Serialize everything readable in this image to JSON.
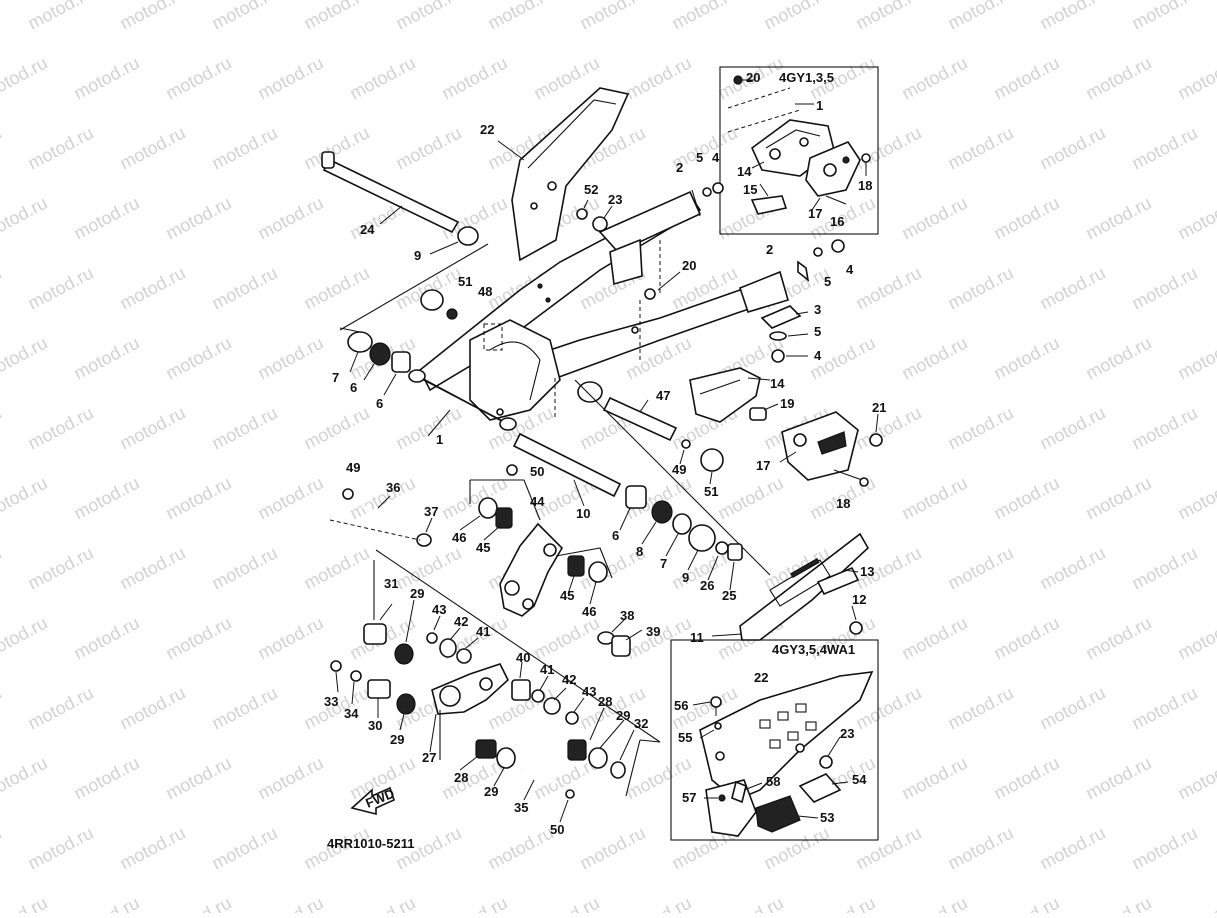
{
  "watermark": "motod.ru",
  "diagram_code": "4RR1010-5211",
  "fwd_label": "FWD",
  "insets": [
    {
      "title": "4GY1,3,5"
    },
    {
      "title": "4GY3,5,4WA1"
    }
  ],
  "callouts": [
    {
      "id": "c-22a",
      "text": "22"
    },
    {
      "id": "c-24",
      "text": "24"
    },
    {
      "id": "c-9a",
      "text": "9"
    },
    {
      "id": "c-52",
      "text": "52"
    },
    {
      "id": "c-23a",
      "text": "23"
    },
    {
      "id": "c-2a",
      "text": "2"
    },
    {
      "id": "c-5a",
      "text": "5"
    },
    {
      "id": "c-4a",
      "text": "4"
    },
    {
      "id": "c-20a",
      "text": "20"
    },
    {
      "id": "c-4gy-title",
      "text": "4GY1,3,5"
    },
    {
      "id": "c-1b",
      "text": "1"
    },
    {
      "id": "c-14a",
      "text": "14"
    },
    {
      "id": "c-15",
      "text": "15"
    },
    {
      "id": "c-17a",
      "text": "17"
    },
    {
      "id": "c-16",
      "text": "16"
    },
    {
      "id": "c-18a",
      "text": "18"
    },
    {
      "id": "c-2b",
      "text": "2"
    },
    {
      "id": "c-5b",
      "text": "5"
    },
    {
      "id": "c-4b",
      "text": "4"
    },
    {
      "id": "c-20b",
      "text": "20"
    },
    {
      "id": "c-51a",
      "text": "51"
    },
    {
      "id": "c-48",
      "text": "48"
    },
    {
      "id": "c-3",
      "text": "3"
    },
    {
      "id": "c-5c",
      "text": "5"
    },
    {
      "id": "c-4c",
      "text": "4"
    },
    {
      "id": "c-7a",
      "text": "7"
    },
    {
      "id": "c-6a",
      "text": "6"
    },
    {
      "id": "c-6b",
      "text": "6"
    },
    {
      "id": "c-1a",
      "text": "1"
    },
    {
      "id": "c-14b",
      "text": "14"
    },
    {
      "id": "c-47",
      "text": "47"
    },
    {
      "id": "c-19",
      "text": "19"
    },
    {
      "id": "c-21",
      "text": "21"
    },
    {
      "id": "c-49a",
      "text": "49"
    },
    {
      "id": "c-17b",
      "text": "17"
    },
    {
      "id": "c-51b",
      "text": "51"
    },
    {
      "id": "c-18b",
      "text": "18"
    },
    {
      "id": "c-49b",
      "text": "49"
    },
    {
      "id": "c-50a",
      "text": "50"
    },
    {
      "id": "c-36",
      "text": "36"
    },
    {
      "id": "c-10",
      "text": "10"
    },
    {
      "id": "c-44",
      "text": "44"
    },
    {
      "id": "c-37",
      "text": "37"
    },
    {
      "id": "c-46a",
      "text": "46"
    },
    {
      "id": "c-45a",
      "text": "45"
    },
    {
      "id": "c-6c",
      "text": "6"
    },
    {
      "id": "c-8",
      "text": "8"
    },
    {
      "id": "c-7b",
      "text": "7"
    },
    {
      "id": "c-9b",
      "text": "9"
    },
    {
      "id": "c-26",
      "text": "26"
    },
    {
      "id": "c-25",
      "text": "25"
    },
    {
      "id": "c-13",
      "text": "13"
    },
    {
      "id": "c-45b",
      "text": "45"
    },
    {
      "id": "c-46b",
      "text": "46"
    },
    {
      "id": "c-31",
      "text": "31"
    },
    {
      "id": "c-29a",
      "text": "29"
    },
    {
      "id": "c-43a",
      "text": "43"
    },
    {
      "id": "c-42a",
      "text": "42"
    },
    {
      "id": "c-41a",
      "text": "41"
    },
    {
      "id": "c-38",
      "text": "38"
    },
    {
      "id": "c-39",
      "text": "39"
    },
    {
      "id": "c-12",
      "text": "12"
    },
    {
      "id": "c-11",
      "text": "11"
    },
    {
      "id": "c-40",
      "text": "40"
    },
    {
      "id": "c-41b",
      "text": "41"
    },
    {
      "id": "c-42b",
      "text": "42"
    },
    {
      "id": "c-43b",
      "text": "43"
    },
    {
      "id": "c-33",
      "text": "33"
    },
    {
      "id": "c-34",
      "text": "34"
    },
    {
      "id": "c-30",
      "text": "30"
    },
    {
      "id": "c-29b",
      "text": "29"
    },
    {
      "id": "c-27",
      "text": "27"
    },
    {
      "id": "c-28a",
      "text": "28"
    },
    {
      "id": "c-29c",
      "text": "29"
    },
    {
      "id": "c-32",
      "text": "32"
    },
    {
      "id": "c-28b",
      "text": "28"
    },
    {
      "id": "c-29d",
      "text": "29"
    },
    {
      "id": "c-35",
      "text": "35"
    },
    {
      "id": "c-50b",
      "text": "50"
    },
    {
      "id": "c-22b",
      "text": "22"
    },
    {
      "id": "c-56",
      "text": "56"
    },
    {
      "id": "c-55",
      "text": "55"
    },
    {
      "id": "c-23b",
      "text": "23"
    },
    {
      "id": "c-57",
      "text": "57"
    },
    {
      "id": "c-58",
      "text": "58"
    },
    {
      "id": "c-54",
      "text": "54"
    },
    {
      "id": "c-53",
      "text": "53"
    }
  ]
}
